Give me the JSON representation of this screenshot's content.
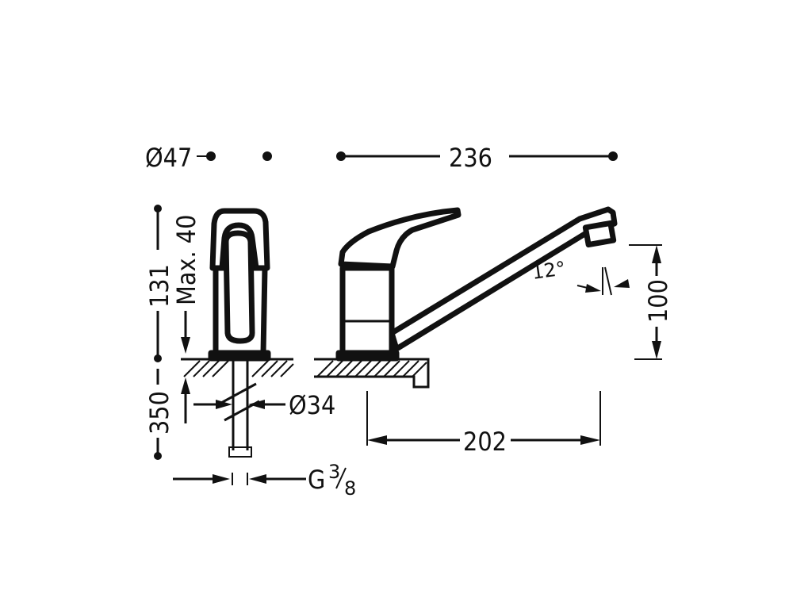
{
  "dimensions": {
    "base_diameter": "Ø47",
    "total_length": "236",
    "height": "131",
    "handle_travel": "Max. 40",
    "hose_length": "350",
    "hole_diameter": "Ø34",
    "connection": "G",
    "connection_sup": "3",
    "connection_sub": "8",
    "spout_reach": "202",
    "spout_height": "100",
    "spout_angle": "12°"
  },
  "colors": {
    "stroke": "#111111",
    "background": "#ffffff"
  }
}
